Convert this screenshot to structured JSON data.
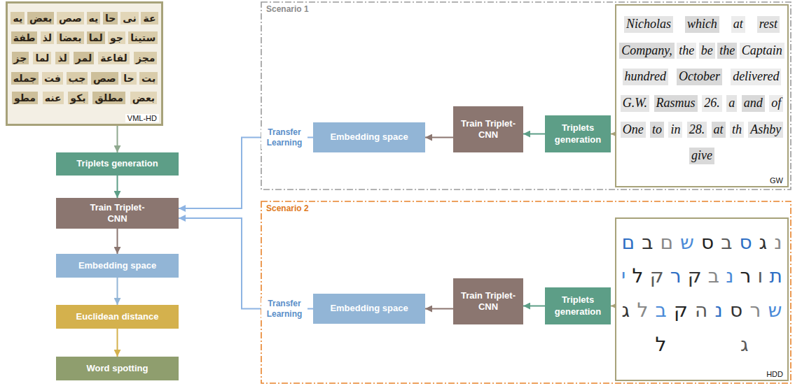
{
  "diagram": {
    "nodes": [
      {
        "text": [
          "VML-HD"
        ]
      },
      {
        "text": [
          "Triplets generation"
        ]
      },
      {
        "text": [
          "Train Triplet-CNN"
        ]
      },
      {
        "text": [
          "Embedding space"
        ]
      },
      {
        "text": [
          "Euclidean distance"
        ]
      },
      {
        "text": [
          "Word spotting"
        ]
      },
      {
        "text": [
          "Scenario 1"
        ]
      },
      {
        "text": [
          "Embedding space"
        ],
        "in": 6
      },
      {
        "text": [
          "Train Triplet-CNN"
        ],
        "in": 6
      },
      {
        "text": [
          "Triplets generation"
        ],
        "in": 6
      },
      {
        "text": [
          "GW"
        ],
        "in": 6
      },
      {
        "text": [
          "Scenario 2"
        ]
      },
      {
        "text": [
          "Embedding space"
        ],
        "in": 11
      },
      {
        "text": [
          "Train Triplet-CNN"
        ],
        "in": 11
      },
      {
        "text": [
          "Triplets generation"
        ],
        "in": 11
      },
      {
        "text": [
          "HDD"
        ],
        "in": 11
      }
    ],
    "edges": [
      {
        "from": 0,
        "to": 1,
        "arrow": "to"
      },
      {
        "from": 1,
        "to": 2,
        "arrow": "to"
      },
      {
        "from": 2,
        "to": 3,
        "arrow": "to"
      },
      {
        "from": 3,
        "to": 4,
        "arrow": "to"
      },
      {
        "from": 4,
        "to": 5,
        "arrow": "to"
      },
      {
        "from": 10,
        "to": 9,
        "arrow": "to"
      },
      {
        "from": 9,
        "to": 8,
        "arrow": "to"
      },
      {
        "from": 8,
        "to": 7,
        "arrow": "to"
      },
      {
        "from": 7,
        "to": 2,
        "label": "Transfer Learning",
        "arrow": "to"
      },
      {
        "from": 15,
        "to": 14,
        "arrow": "to"
      },
      {
        "from": 14,
        "to": 13,
        "arrow": "to"
      },
      {
        "from": 13,
        "to": 12,
        "arrow": "to"
      },
      {
        "from": 12,
        "to": 2,
        "label": "Transfer Learning",
        "arrow": "to"
      }
    ],
    "labels": [
      "يه",
      "بعض",
      "صص",
      "يه",
      "حا",
      "نى",
      "عة",
      "طفة",
      "لذ",
      "بعضا",
      "لما",
      "جو",
      "ستينا",
      "جز",
      "لما",
      "لذ",
      "لمر",
      "لفاعة",
      "مجز",
      "جمله",
      "فت",
      "جب",
      "صص",
      "حا",
      "بت",
      "مطو",
      "عنه",
      "بكو",
      "مطلق",
      "بعض",
      "Nicholas",
      "which",
      "at",
      "rest",
      "Company,",
      "the",
      "be",
      "the",
      "Captain",
      "hundred",
      "October",
      "delivered",
      "G.W.",
      "Rasmus",
      "26.",
      "a",
      "and",
      "of",
      "One",
      "to",
      "in",
      "28.",
      "at",
      "th",
      "Ashby",
      "give",
      "ם",
      "ב",
      "ם",
      "ש",
      "ס",
      "ב",
      "ס",
      "ג",
      "נ",
      "י",
      "ל",
      "ק",
      "ר",
      "ק",
      "ב",
      "נ",
      "ר",
      "ו",
      "ת",
      "ג",
      "ל",
      "ב",
      "ק",
      "ה",
      "נ",
      "ס",
      "ר",
      "ש",
      "ל",
      "ג"
    ]
  }
}
